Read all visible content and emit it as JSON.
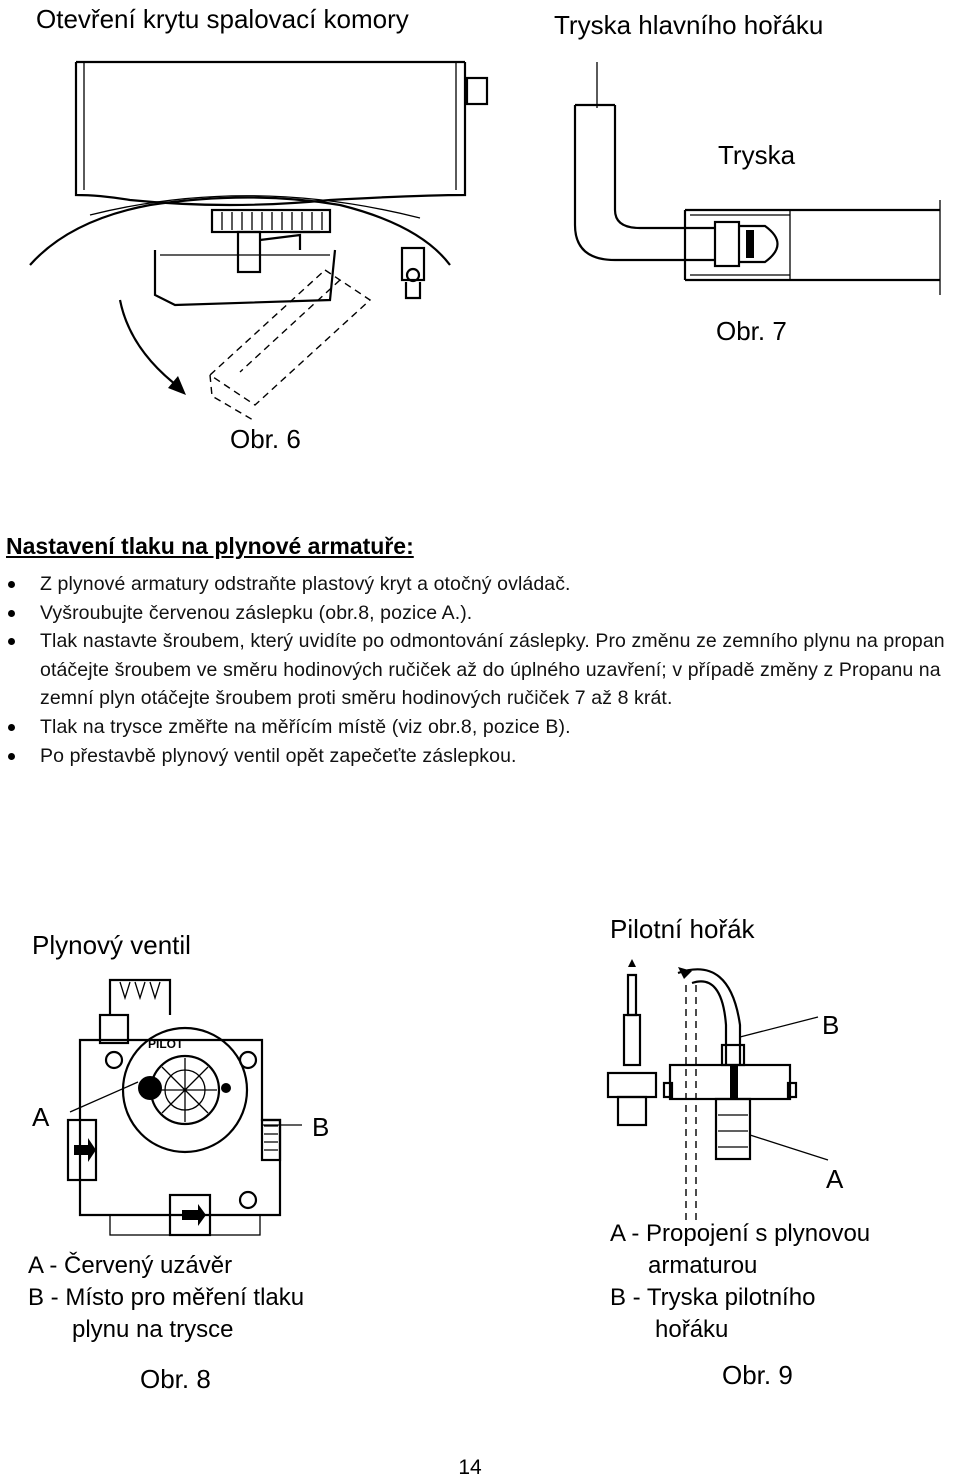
{
  "figure6": {
    "title": "Otevření krytu spalovací komory",
    "caption": "Obr. 6"
  },
  "figure7": {
    "title": "Tryska hlavního hořáku",
    "label": "Tryska",
    "caption": "Obr. 7"
  },
  "section": {
    "heading": "Nastavení tlaku na plynové armatuře:",
    "bullets": [
      "Z plynové armatury odstraňte plastový kryt a otočný ovládač.",
      "Vyšroubujte červenou záslepku (obr.8, pozice A.).",
      "Tlak nastavte šroubem, který uvidíte po odmontování záslepky. Pro změnu ze zemního plynu na propan otáčejte šroubem ve směru hodinových ručiček až do úplného uzavření; v případě změny z Propanu na zemní plyn otáčejte šroubem proti směru hodinových ručiček 7 až 8 krát.",
      "Tlak na trysce změřte na měřícím místě (viz obr.8, pozice B).",
      "Po přestavbě plynový ventil opět zapečeťte záslepkou."
    ]
  },
  "figure8": {
    "title": "Plynový ventil",
    "marker_a": "A",
    "marker_b": "B",
    "dial_text": "PILOT",
    "legend": [
      "A - Červený uzávěr",
      "B - Místo pro měření tlaku",
      "plynu na trysce"
    ],
    "caption": "Obr. 8"
  },
  "figure9": {
    "title": "Pilotní hořák",
    "marker_a": "A",
    "marker_b": "B",
    "legend": [
      "A - Propojení s plynovou",
      "armaturou",
      "B - Tryska pilotního",
      "hořáku"
    ],
    "caption": "Obr. 9"
  },
  "page_number": "14"
}
